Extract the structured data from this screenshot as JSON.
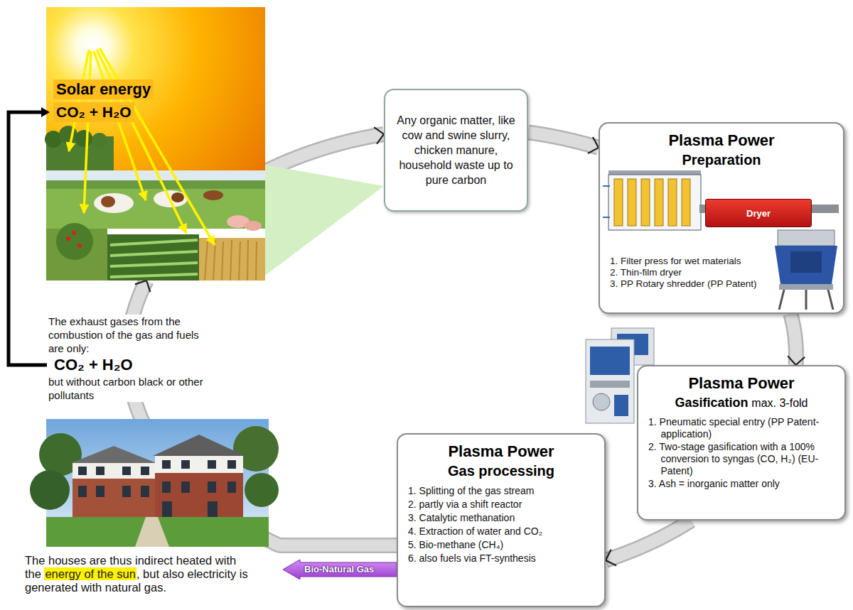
{
  "diagram": {
    "nodes": [
      {
        "text": [
          "Solar energy",
          "CO₂ + H₂O"
        ]
      },
      {
        "text": [
          "Any organic matter, like cow and swine slurry, chicken manure, household waste up to pure carbon"
        ]
      },
      {
        "text": [
          "Plasma Power",
          "Preparation",
          "1. Filter press for wet materials",
          "2. Thin-film dryer",
          "3. PP Rotary shredder (PP Patent)"
        ]
      },
      {
        "text": [
          "Dryer"
        ],
        "in": 2
      },
      {
        "text": [
          "Plasma Power",
          "Gasification",
          "max. 3-fold",
          "1. Pneumatic special entry (PP Patent-application)",
          "2. Two-stage gasification with a 100% conversion to syngas (CO, H₂) (EU-Patent)",
          "3. Ash = inorganic matter only"
        ]
      },
      {
        "text": [
          "Plasma Power",
          "Gas processing",
          "1. Splitting of the gas stream",
          "2. partly via a shift reactor",
          "3. Catalytic methanation",
          "4. Extraction of water and CO₂",
          "5. Bio-methane (CH₄)",
          "6. also fuels via FT-synthesis"
        ]
      },
      {
        "text": [
          "Bio-Natural Gas"
        ]
      }
    ],
    "edges": [
      {
        "from": 0,
        "to": 1,
        "arrow": "to"
      },
      {
        "from": 1,
        "to": 2,
        "arrow": "to"
      },
      {
        "from": 2,
        "to": 4,
        "arrow": "to"
      },
      {
        "from": 4,
        "to": 5,
        "arrow": "to"
      },
      {
        "from": 5,
        "to": 0,
        "arrow": "to"
      }
    ],
    "labels": [
      "The exhaust gases from the combustion of the gas and fuels are only:",
      "CO₂ + H₂O",
      "but without carbon black or other pollutants",
      "The houses are thus indirect heated with the",
      "energy of the sun",
      ", but also electricity is generated with natural gas."
    ]
  }
}
